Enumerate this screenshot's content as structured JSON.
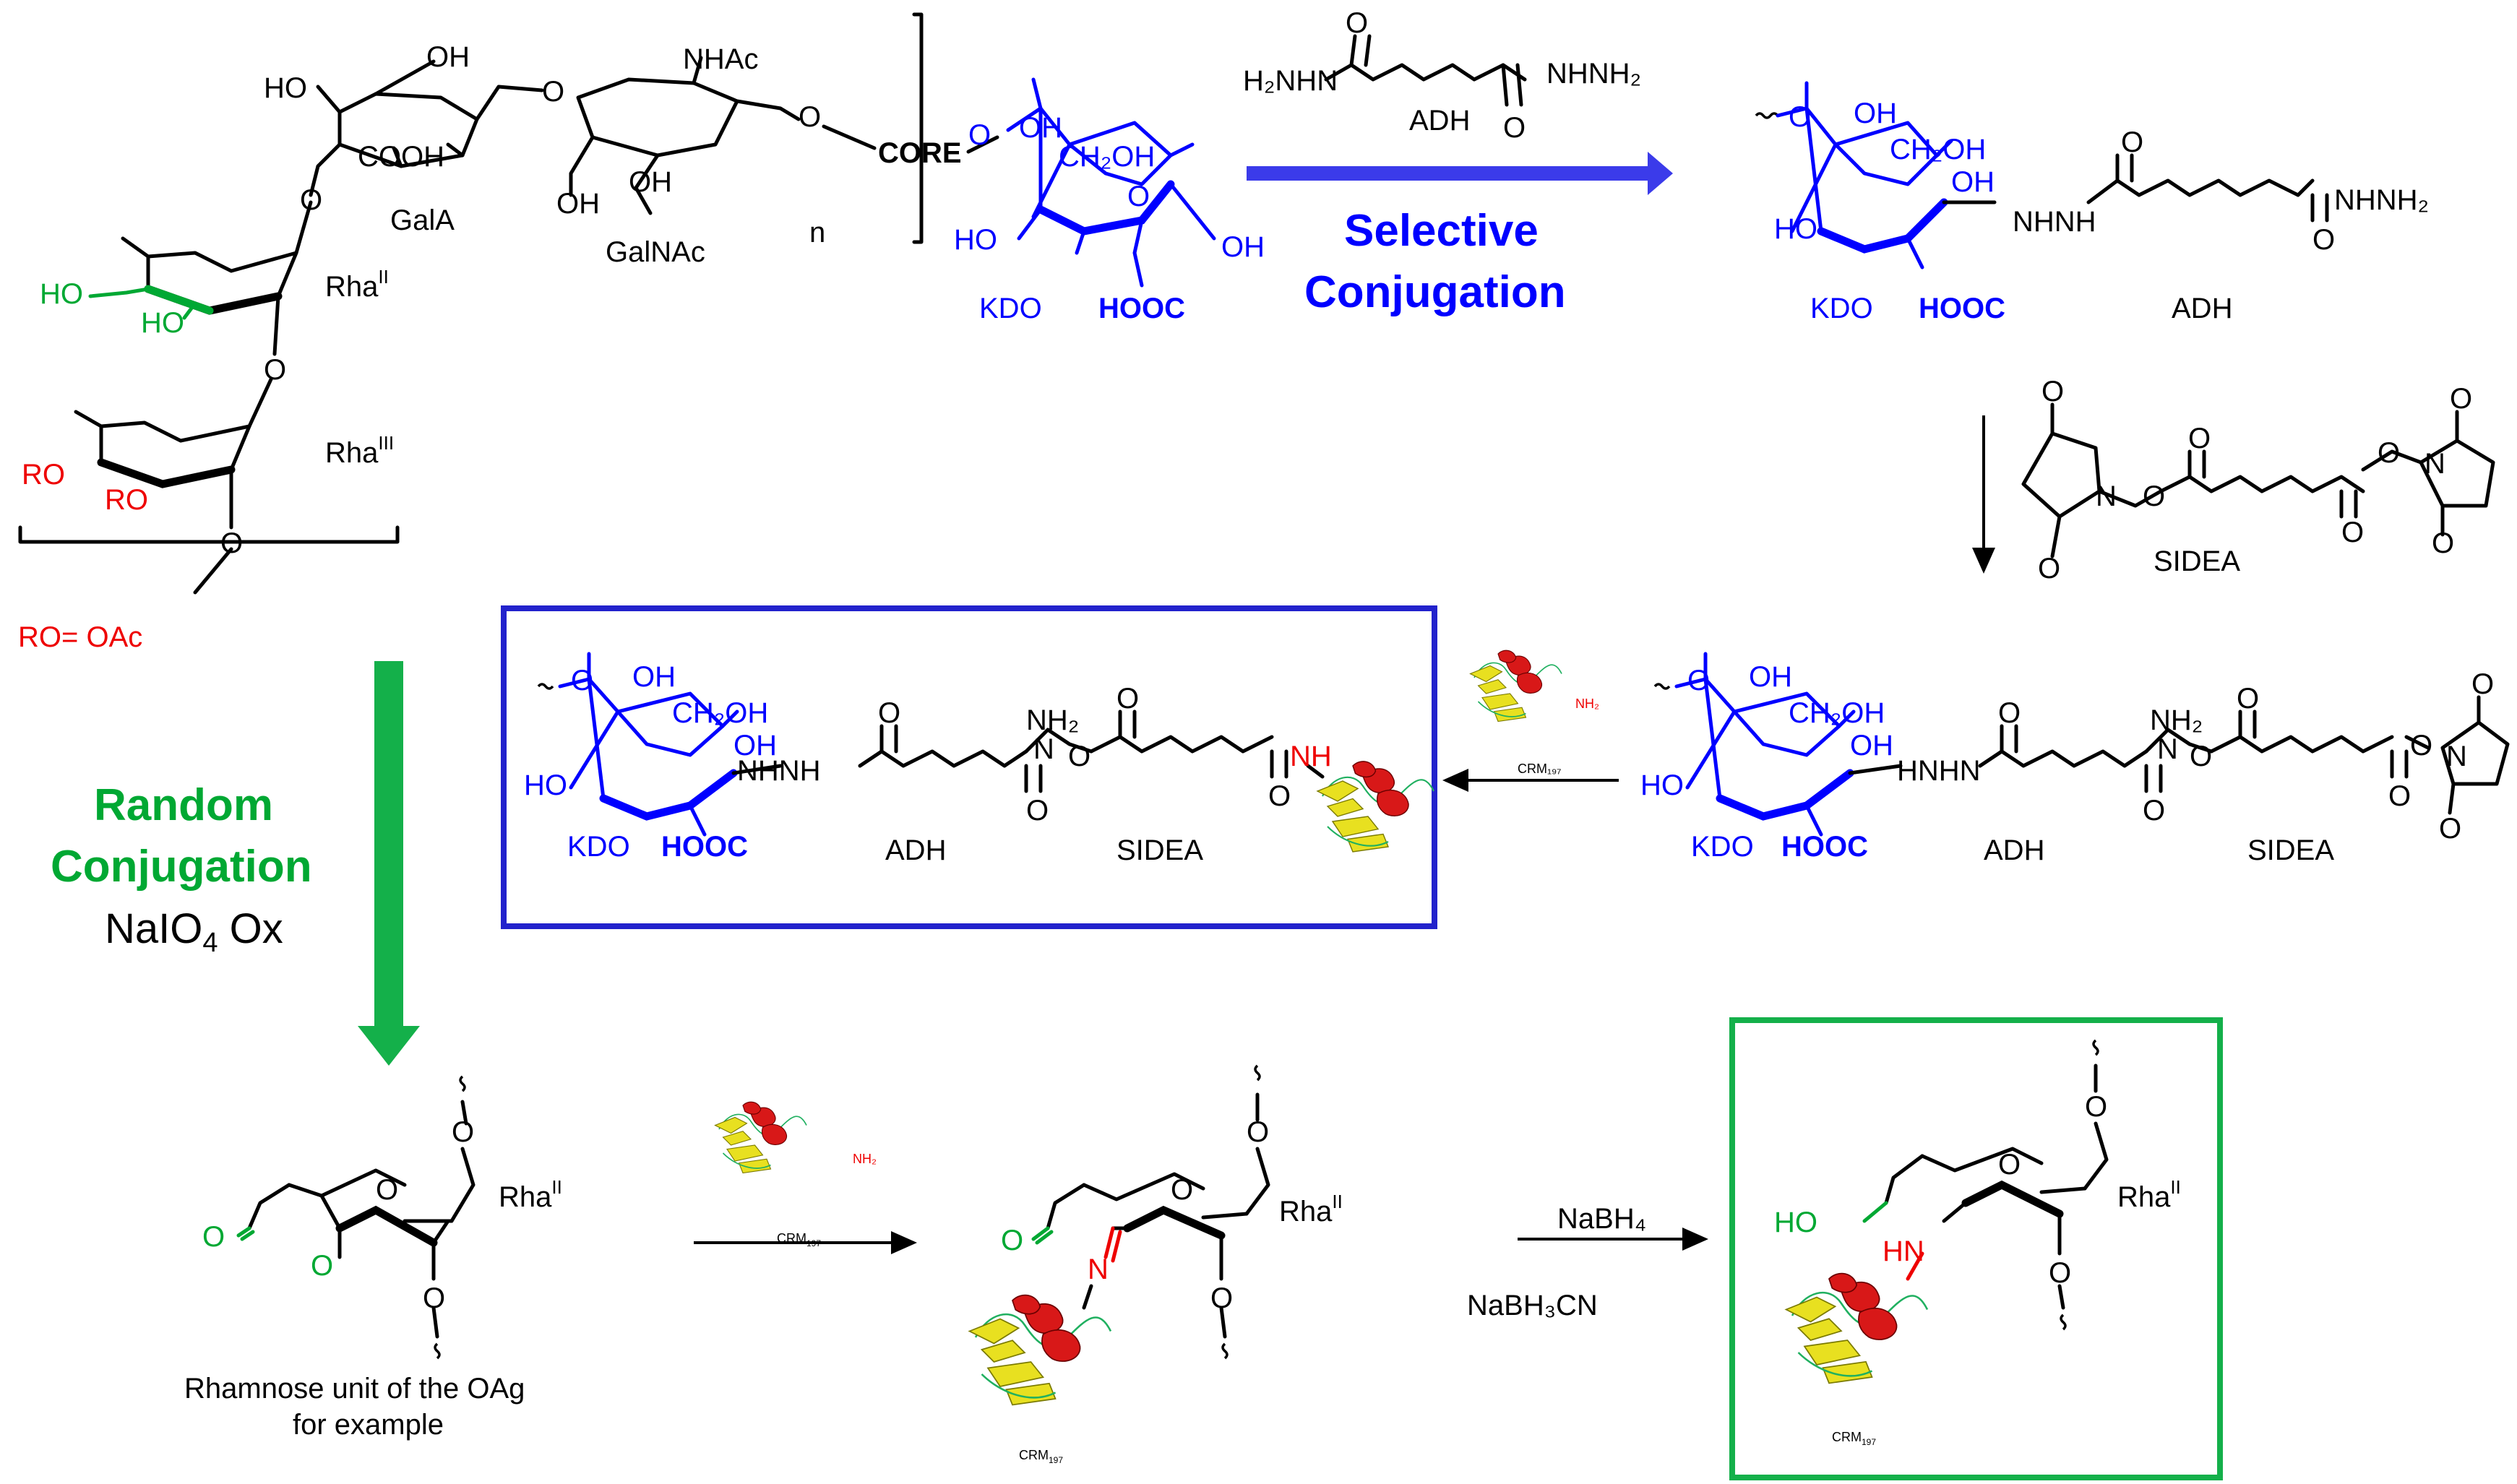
{
  "scheme": {
    "selective_title_line1": "Selective",
    "selective_title_line2": "Conjugation",
    "random_title_line1": "Random",
    "random_title_line2": "Conjugation",
    "naio4_ox": "NaIO4 Ox",
    "reagent_adh_formula_left": "H₂NHN",
    "reagent_adh_formula_right": "NHNH₂",
    "reagent_adh_name": "ADH",
    "reagent_sidea_name": "SIDEA",
    "nabh4": "NaBH₄",
    "nabh3cn": "NaBH₃CN",
    "ro_note": "RO= OAc",
    "rha_caption_line1": "Rhamnose unit of the OAg",
    "rha_caption_line2": "for example",
    "sugar_labels": {
      "gala": "GalA",
      "galnac": "GalNAc",
      "rha2": "Rha",
      "rha2_sup": "II",
      "rha3": "Rha",
      "rha3_sup": "III",
      "kdo": "KDO",
      "core": "CORE",
      "n": "n",
      "nhac": "NHAc",
      "hooc": "HOOC",
      "cooh": "COOH",
      "ch2oh": "CH₂OH",
      "oh": "OH",
      "ho": "HO",
      "ro": "RO",
      "nhnh2": "NHNH₂",
      "nhnh": "NHNH",
      "hnhn": "HNHN",
      "nh2": "NH₂",
      "nh": "NH",
      "hn": "HN",
      "n_imine": "N",
      "o": "O",
      "adh": "ADH",
      "sidea": "SIDEA",
      "crm": "CRM",
      "crm_sub": "197"
    }
  },
  "colors": {
    "blue": "#0000ff",
    "green": "#00a833",
    "red": "#ee0000",
    "black": "#000000"
  }
}
